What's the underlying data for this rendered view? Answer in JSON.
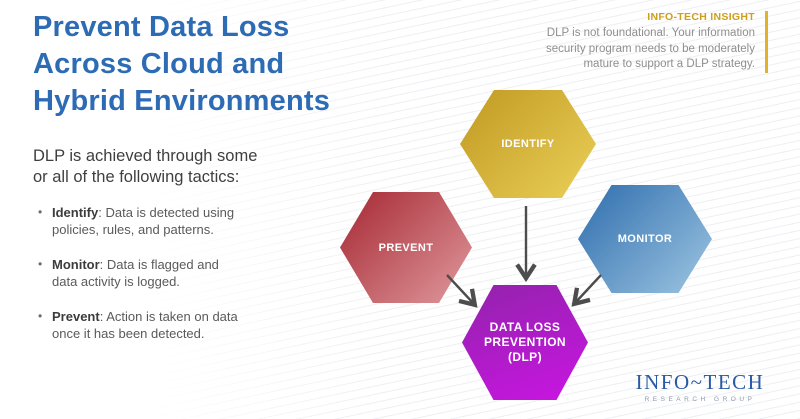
{
  "title": "Prevent Data Loss\nAcross Cloud and\nHybrid Environments",
  "insight": {
    "heading": "INFO-TECH INSIGHT",
    "body": "DLP is not foundational. Your information security program needs to be moderately mature to support a DLP strategy.",
    "accent_color": "#e2b32a"
  },
  "intro": "DLP is achieved through some\nor all of the following tactics:",
  "bullet_char": "•",
  "tactics": [
    {
      "term": "Identify",
      "line1_rest": ": Data is detected using",
      "line2": "policies, rules, and patterns."
    },
    {
      "term": "Monitor",
      "line1_rest": ": Data is flagged and",
      "line2": "data activity is logged."
    },
    {
      "term": "Prevent",
      "line1_rest": ": Action is taken on data",
      "line2": "once it has been detected."
    }
  ],
  "diagram": {
    "hexagons": [
      {
        "id": "identify",
        "label": "IDENTIFY",
        "color_start": "#c19922",
        "color_end": "#ead058",
        "angle": 135
      },
      {
        "id": "prevent",
        "label": "PREVENT",
        "color_start": "#a52732",
        "color_end": "#e09a9e",
        "angle": 135
      },
      {
        "id": "monitor",
        "label": "MONITOR",
        "color_start": "#2e6dad",
        "color_end": "#9ec6e2",
        "angle": 135
      },
      {
        "id": "dlp",
        "label": "DATA LOSS\nPREVENTION\n(DLP)",
        "color_start": "#9223ab",
        "color_end": "#ca15e3",
        "angle": 160
      }
    ],
    "arrow_color": "#4d4d4d"
  },
  "logo": {
    "name": "INFO~TECH",
    "subtitle": "RESEARCH GROUP"
  },
  "colors": {
    "title_blue": "#2d6cb5",
    "insight_gold": "#cf9f1b",
    "body_text": "#5a5a5a",
    "logo_blue": "#2a5aa5"
  }
}
